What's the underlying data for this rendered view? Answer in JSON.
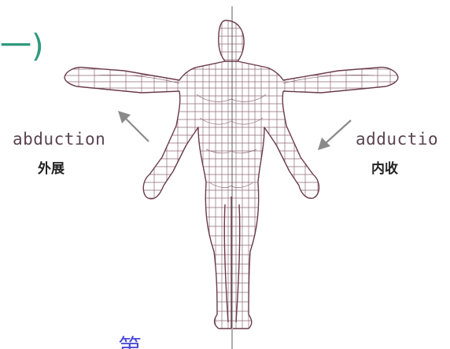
{
  "header": {
    "partial_heading": "一)"
  },
  "abduction": {
    "term_en": "abduction",
    "term_zh": "外展"
  },
  "adduction": {
    "term_en": "adductio",
    "term_zh": "内收"
  },
  "bottom": {
    "fragment_left": "第",
    "fragment_right": "、"
  },
  "colors": {
    "heading_green": "#2f9a7d",
    "figure_ink": "#6b3b4a",
    "arrow_gray": "#8a8a8a",
    "axis_gray": "#777777",
    "bottom_blue": "#4b4bd6"
  },
  "icons": {
    "figure": "human-wireframe-figure",
    "abduction_arrow": "arrow-up-left-icon",
    "adduction_arrow": "arrow-down-left-icon"
  }
}
